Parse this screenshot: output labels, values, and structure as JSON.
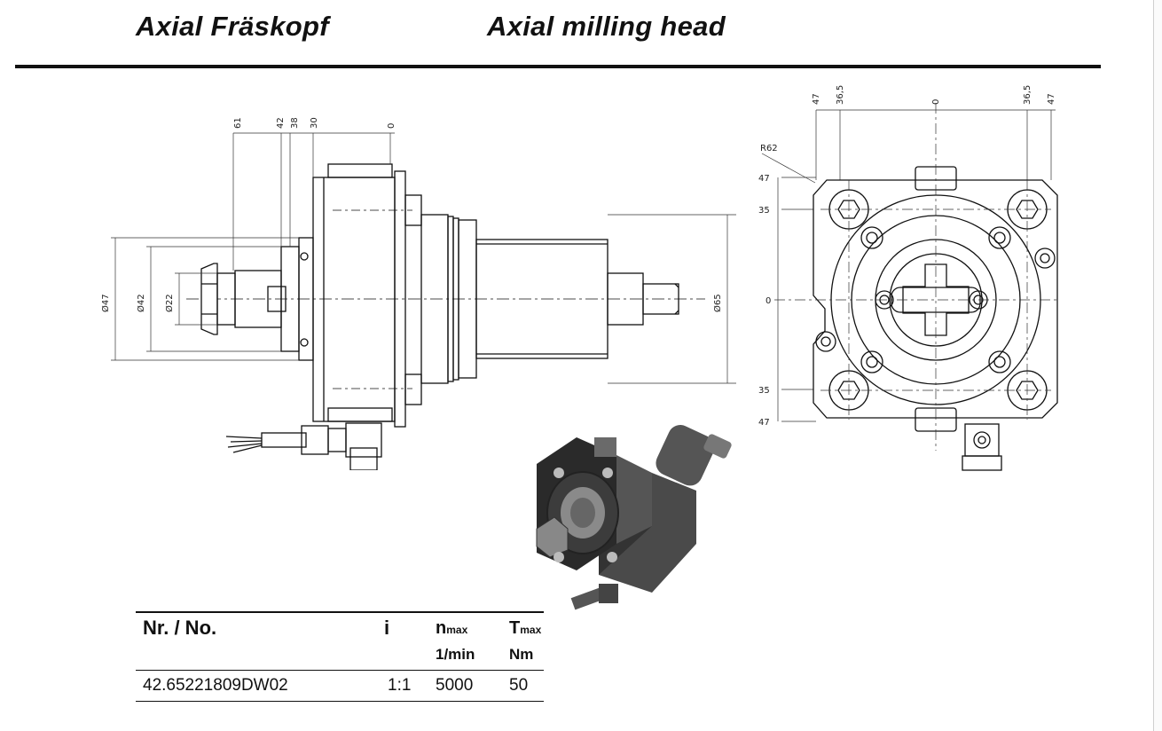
{
  "header": {
    "title_de": "Axial Fräskopf",
    "title_en": "Axial milling head"
  },
  "drawings": {
    "side_view": {
      "top_dims": [
        "61",
        "42",
        "38",
        "30",
        "0"
      ],
      "left_dims": [
        "Ø47",
        "Ø42",
        "Ø22"
      ],
      "right_dims": [
        "Ø65"
      ]
    },
    "front_view": {
      "top_dims": [
        "47",
        "36,5",
        "0",
        "36,5",
        "47"
      ],
      "left_dims": [
        "47",
        "35",
        "0",
        "35",
        "47"
      ],
      "radius": "R62"
    }
  },
  "table": {
    "headers": {
      "nr": "Nr. / No.",
      "i": "i",
      "n_main": "n",
      "n_sub": "max",
      "n_unit": "1/min",
      "t_main": "T",
      "t_sub": "max",
      "t_unit": "Nm"
    },
    "rows": [
      {
        "nr": "42.65221809DW02",
        "i": "1:1",
        "n": "5000",
        "t": "50"
      }
    ]
  }
}
